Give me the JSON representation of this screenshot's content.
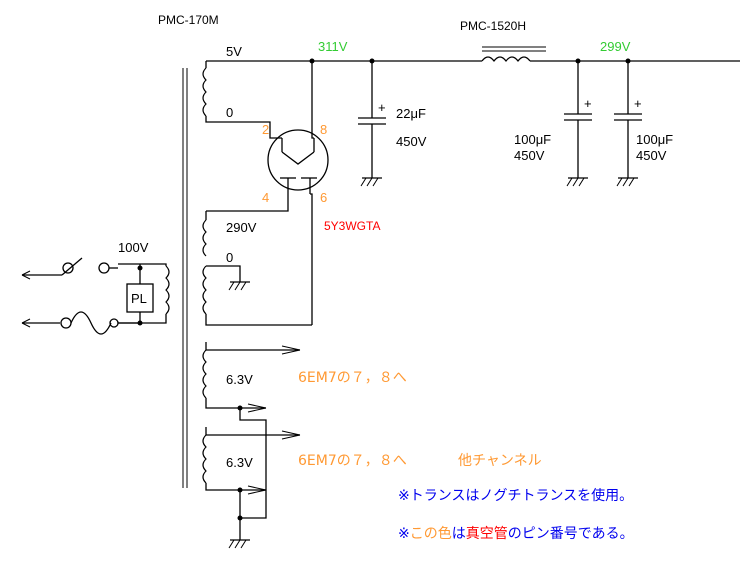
{
  "transformer_label": "PMC-170M",
  "choke_label": "PMC-1520H",
  "tube_label": "5Y3WGTA",
  "voltages": {
    "tap_5v": "5V",
    "tap_0a": "0",
    "tap_290v": "290V",
    "tap_0b": "0",
    "heater1": "6.3V",
    "heater2": "6.3V",
    "primary": "100V",
    "b_plus_1": "311V",
    "b_plus_2": "299V"
  },
  "pins": {
    "p2": "2",
    "p8": "8",
    "p4": "4",
    "p6": "6"
  },
  "caps": {
    "c1_value": "22μF",
    "c1_voltage": "450V",
    "c2_value": "100μF",
    "c2_voltage": "450V",
    "c3_value": "100μF",
    "c3_voltage": "450V",
    "plus": "+"
  },
  "pilot_lamp": "PL",
  "heater_notes": {
    "h1": "6EM7の７，８へ",
    "h2": "6EM7の７，８へ",
    "other_channel": "他チャンネル"
  },
  "notes": {
    "n1_prefix": "※",
    "n1_rest": "トランスはノグチトランスを使用。",
    "n2_prefix": "※",
    "n2_colored": "この色",
    "n2_mid": "は",
    "n2_highlight": "真空管",
    "n2_rest": "のピン番号である。"
  },
  "colors": {
    "green_voltage": "#33cc33",
    "orange_pin": "#ff9933",
    "red_tube": "#ff0000",
    "blue_note": "#0000ee",
    "line": "#000000"
  }
}
